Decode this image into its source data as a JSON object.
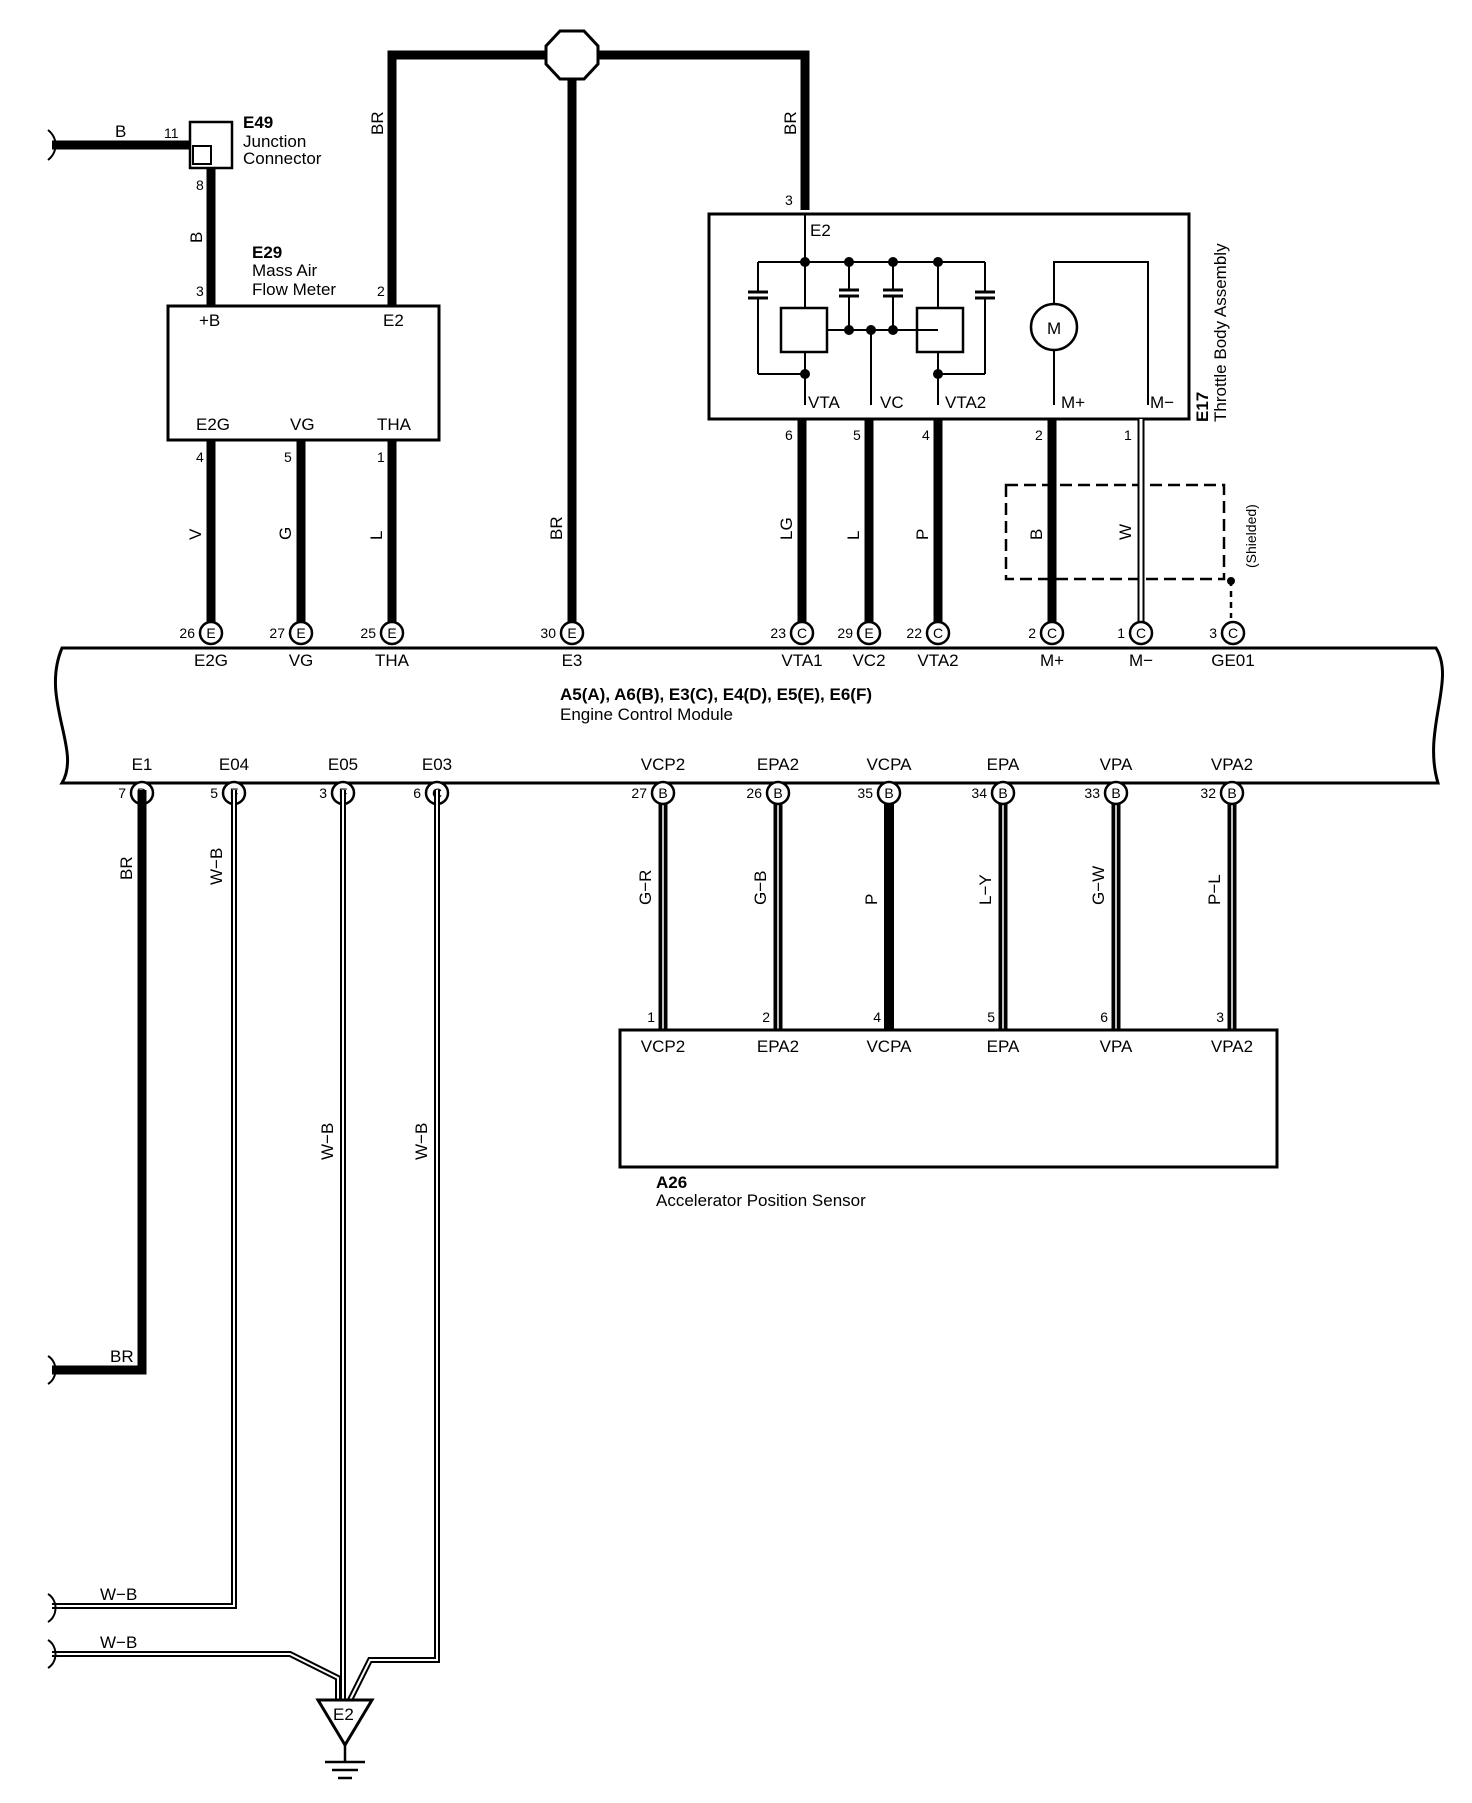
{
  "components": {
    "junction_connector": {
      "code": "E49",
      "line1": "Junction",
      "line2": "Connector"
    },
    "mass_air_flow_meter": {
      "code": "E29",
      "line1": "Mass Air",
      "line2": "Flow Meter",
      "terminals": [
        "+B",
        "E2",
        "E2G",
        "VG",
        "THA"
      ]
    },
    "throttle_body": {
      "code": "E17",
      "name": "Throttle Body Assembly",
      "terminals": [
        "E2",
        "VTA",
        "VC",
        "VTA2",
        "M+",
        "M−"
      ],
      "motor_symbol": "M"
    },
    "ecm": {
      "line1": "A5(A), A6(B), E3(C), E4(D), E5(E), E6(F)",
      "line2": "Engine Control Module"
    },
    "accelerator_sensor": {
      "code": "A26",
      "name": "Accelerator Position Sensor",
      "terminals": [
        "VCP2",
        "EPA2",
        "VCPA",
        "EPA",
        "VPA",
        "VPA2"
      ]
    },
    "ground": {
      "label": "E2"
    },
    "shielded_label": "(Shielded)"
  },
  "ecm_top_pins": [
    {
      "num": "26",
      "conn": "E",
      "name": "E2G",
      "wire": "V"
    },
    {
      "num": "27",
      "conn": "E",
      "name": "VG",
      "wire": "G"
    },
    {
      "num": "25",
      "conn": "E",
      "name": "THA",
      "wire": "L"
    },
    {
      "num": "30",
      "conn": "E",
      "name": "E3",
      "wire": "BR"
    },
    {
      "num": "23",
      "conn": "C",
      "name": "VTA1",
      "wire": "LG"
    },
    {
      "num": "29",
      "conn": "E",
      "name": "VC2",
      "wire": "L"
    },
    {
      "num": "22",
      "conn": "C",
      "name": "VTA2",
      "wire": "P"
    },
    {
      "num": "2",
      "conn": "C",
      "name": "M+",
      "wire": "B"
    },
    {
      "num": "1",
      "conn": "C",
      "name": "M−",
      "wire": "W"
    },
    {
      "num": "3",
      "conn": "C",
      "name": "GE01",
      "wire": ""
    }
  ],
  "ecm_bottom_pins": [
    {
      "num": "7",
      "conn": "D",
      "name": "E1",
      "wire": "BR"
    },
    {
      "num": "5",
      "conn": "F",
      "name": "E04",
      "wire": "W−B"
    },
    {
      "num": "3",
      "conn": "F",
      "name": "E05",
      "wire": "W−B"
    },
    {
      "num": "6",
      "conn": "C",
      "name": "E03",
      "wire": "W−B"
    },
    {
      "num": "27",
      "conn": "B",
      "name": "VCP2",
      "wire": "G−R"
    },
    {
      "num": "26",
      "conn": "B",
      "name": "EPA2",
      "wire": "G−B"
    },
    {
      "num": "35",
      "conn": "B",
      "name": "VCPA",
      "wire": "P"
    },
    {
      "num": "34",
      "conn": "B",
      "name": "EPA",
      "wire": "L−Y"
    },
    {
      "num": "33",
      "conn": "B",
      "name": "VPA",
      "wire": "G−W"
    },
    {
      "num": "32",
      "conn": "B",
      "name": "VPA2",
      "wire": "P−L"
    }
  ],
  "pin_numbers": {
    "e49_in": "11",
    "e49_out": "8",
    "maf_plusb": "3",
    "maf_e2": "2",
    "maf_e2g": "4",
    "maf_vg": "5",
    "maf_tha": "1",
    "tb_e2": "3",
    "tb_vta": "6",
    "tb_vc": "5",
    "tb_vta2": "4",
    "tb_mplus": "2",
    "tb_mminus": "1",
    "aps": [
      "1",
      "2",
      "4",
      "5",
      "6",
      "3"
    ]
  },
  "wire_colors": {
    "b_in": "B",
    "b_e29": "B",
    "br_maf": "BR",
    "br_tb": "BR",
    "br_e1_bottom": "BR",
    "wb_bottom1": "W−B",
    "wb_bottom2": "W−B"
  }
}
